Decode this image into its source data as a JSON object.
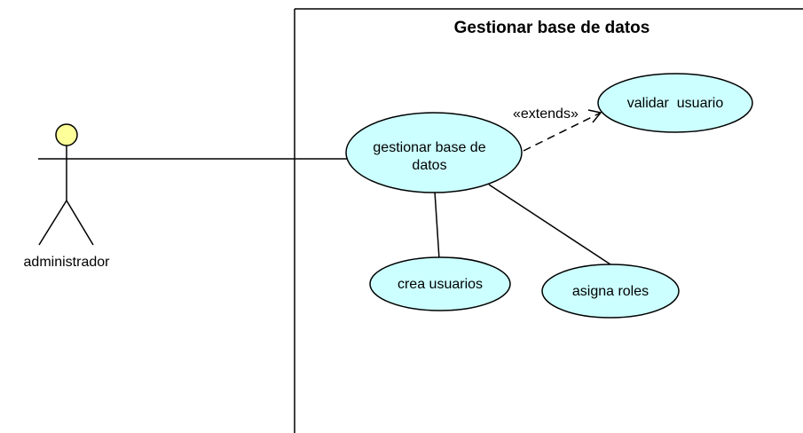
{
  "system": {
    "title": "Gestionar base de datos"
  },
  "actor": {
    "name": "administrador",
    "head_color": "#ffff99"
  },
  "use_cases": {
    "gestionar": {
      "line1": "gestionar base de",
      "line2": "datos"
    },
    "validar": {
      "label": "validar  usuario"
    },
    "crea": {
      "label": "crea usuarios"
    },
    "asigna": {
      "label": "asigna roles"
    }
  },
  "relationships": {
    "extends_label": "«extends»"
  },
  "colors": {
    "use_case_fill": "#ccffff",
    "stroke": "#000000"
  }
}
